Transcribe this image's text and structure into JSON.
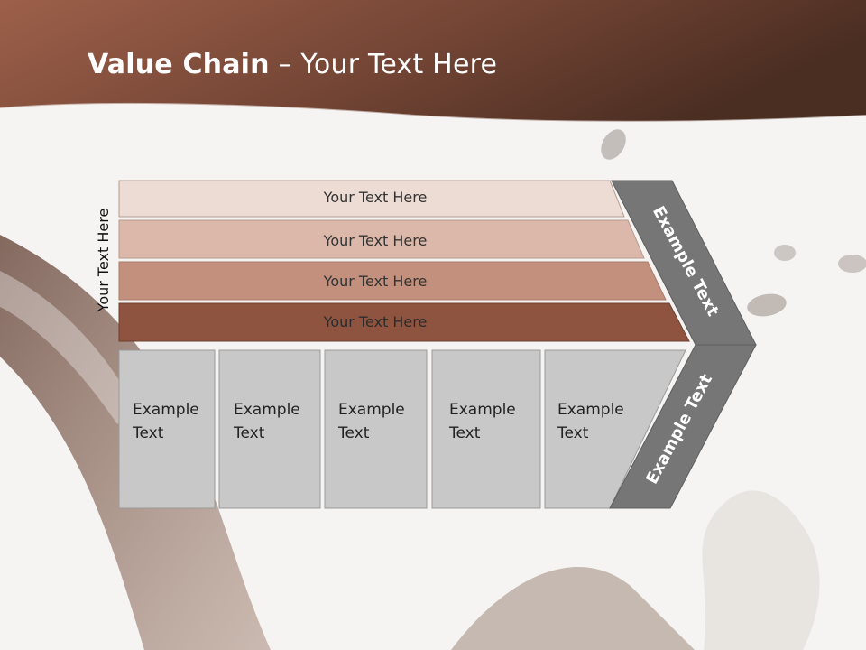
{
  "title": {
    "bold": "Value Chain",
    "rest": " – Your Text Here"
  },
  "side_label": "Your Text Here",
  "bars": [
    {
      "label": "Your Text Here",
      "color": "#ecdcd4"
    },
    {
      "label": "Your Text Here",
      "color": "#dbb8aa"
    },
    {
      "label": "Your Text Here",
      "color": "#c2907c"
    },
    {
      "label": "Your Text Here",
      "color": "#8f5440"
    }
  ],
  "boxes": [
    {
      "line1": "Example",
      "line2": "Text"
    },
    {
      "line1": "Example",
      "line2": "Text"
    },
    {
      "line1": "Example",
      "line2": "Text"
    },
    {
      "line1": "Example",
      "line2": "Text"
    },
    {
      "line1": "Example",
      "line2": "Text"
    }
  ],
  "chevron": {
    "top_label": "Example Text",
    "bottom_label": "Example Text",
    "color": "#767676"
  },
  "colors": {
    "header_dark": "#4f3023",
    "header_light": "#9a6049",
    "box_fill": "#c8c8c8",
    "box_stroke": "#9a9a9a"
  }
}
